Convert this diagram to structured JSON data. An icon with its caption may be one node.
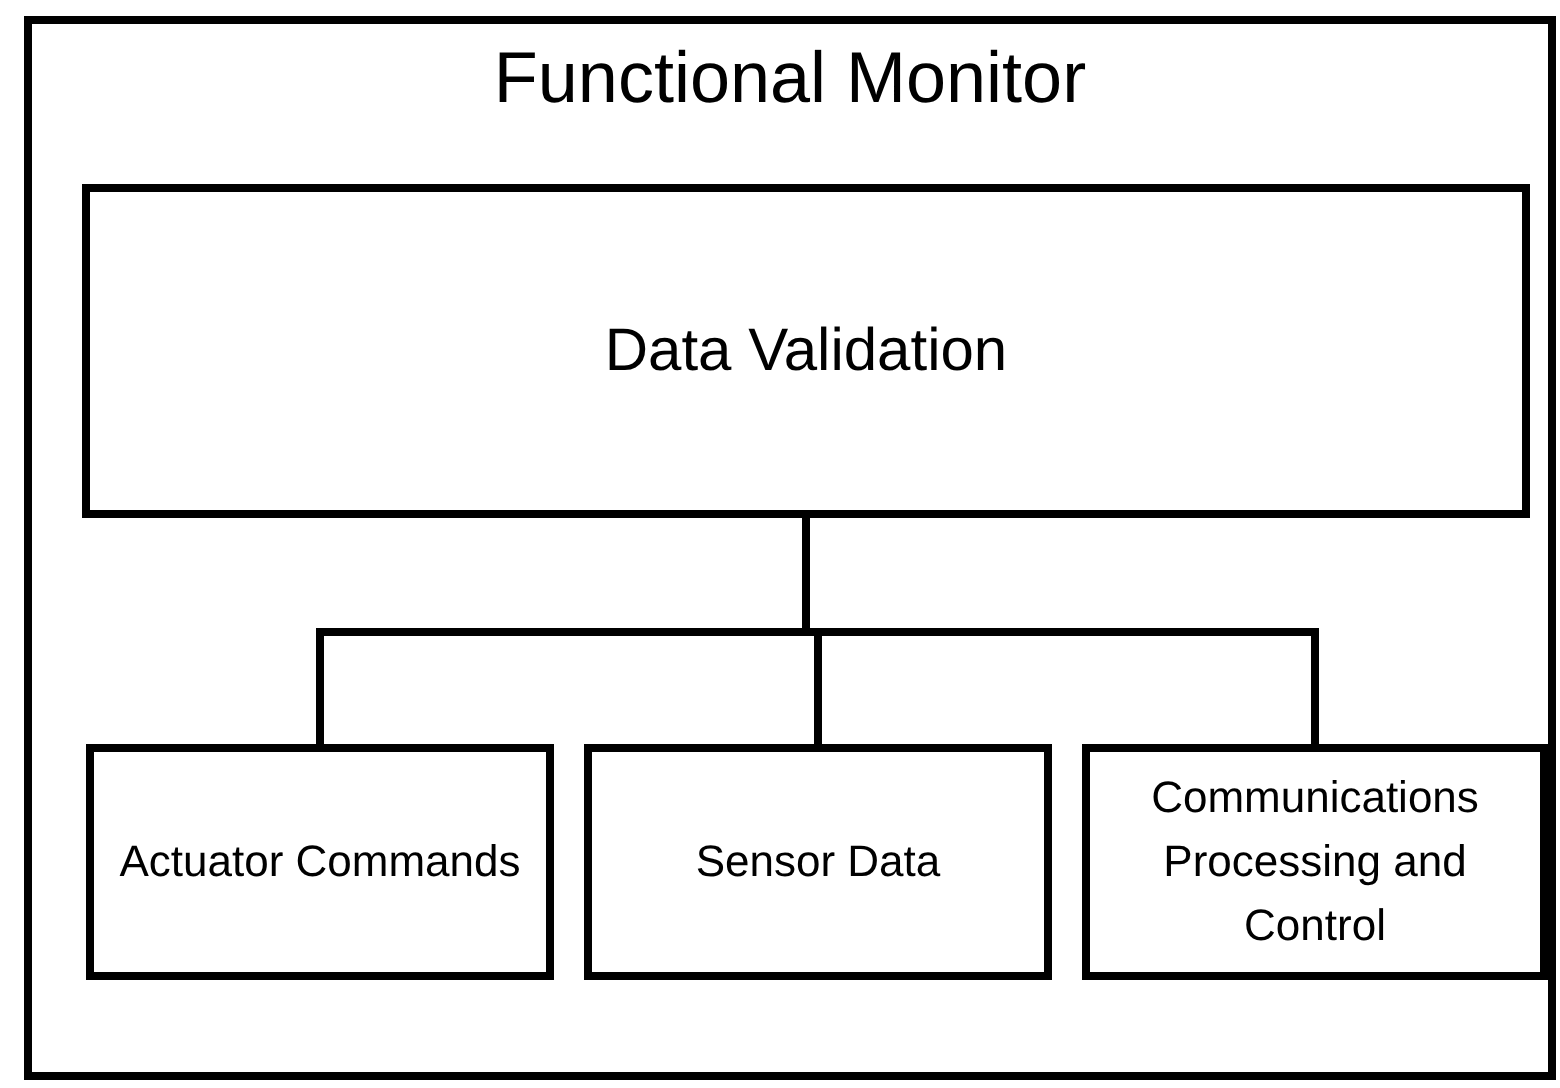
{
  "diagram": {
    "nodes": [
      {
        "text": [
          "Functional Monitor"
        ]
      },
      {
        "text": [
          "Data Validation"
        ],
        "in": 0
      },
      {
        "text": [
          "Actuator Commands"
        ],
        "in": 0
      },
      {
        "text": [
          "Sensor Data"
        ],
        "in": 0
      },
      {
        "text": [
          "Communications Processing and Control"
        ],
        "in": 0
      }
    ],
    "edges": [
      {
        "from": 1,
        "to": 2,
        "arrow": "none"
      },
      {
        "from": 1,
        "to": 3,
        "arrow": "none"
      },
      {
        "from": 1,
        "to": 4,
        "arrow": "none"
      }
    ]
  }
}
